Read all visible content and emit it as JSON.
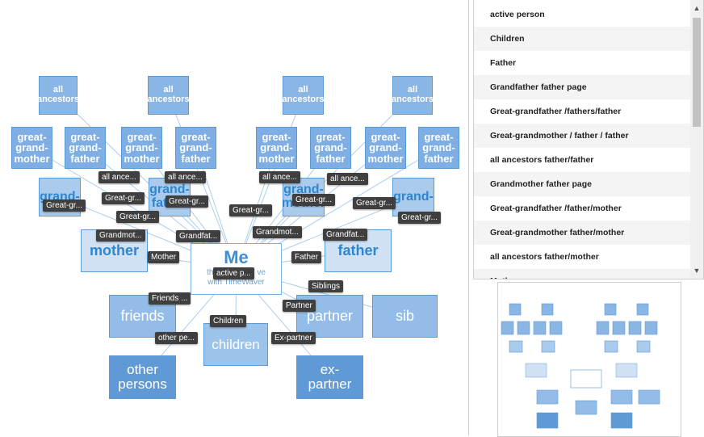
{
  "graph": {
    "nodes": {
      "top1": "all\nancestors",
      "top2": "all\nancestors",
      "top3": "all\nancestors",
      "top4": "all\nancestors",
      "gg1": "great-\ngrand-\nmother",
      "gg2": "great-\ngrand-\nfather",
      "gg3": "great-\ngrand-\nmother",
      "gg4": "great-\ngrand-\nfather",
      "gg5": "great-\ngrand-\nmother",
      "gg6": "great-\ngrand-\nfather",
      "gg7": "great-\ngrand-\nmother",
      "gg8": "great-\ngrand-\nfather",
      "g1": "grand-",
      "g2": "grand-\nfather",
      "g3": "grand-\nmother",
      "g4": "grand-",
      "mother": "mother",
      "father": "father",
      "friends": "friends",
      "partner": "partner",
      "sib": "sib",
      "children": "children",
      "other": "other\npersons",
      "expartner": "ex-\npartner"
    },
    "me": {
      "title": "Me",
      "subtitle_line1": "the active p... ve",
      "subtitle_line2": "with TimeWaver"
    },
    "labels": [
      "all ance...",
      "all ance...",
      "all ance...",
      "all ance...",
      "Great-gr...",
      "Great-gr...",
      "Great-gr...",
      "Great-gr...",
      "Great-gr...",
      "Great-gr...",
      "Great-gr...",
      "Great-gr...",
      "Grandmot...",
      "Grandfat...",
      "Grandmot...",
      "Grandfat...",
      "Mother",
      "Father",
      "active p...",
      "Friends ...",
      "Siblings",
      "Partner",
      "Children",
      "other pe...",
      "Ex-partner"
    ]
  },
  "list": {
    "items": [
      "active person",
      "Children",
      "Father",
      "Grandfather father page",
      "Great-grandfather /fathers/father",
      "Great-grandmother / father / father",
      "all ancestors father/father",
      "Grandmother father page",
      "Great-grandfather /father/mother",
      "Great-grandmother father/mother",
      "all ancestors father/mother",
      "Mother"
    ],
    "scroll_up": "▲",
    "scroll_down": "▼"
  },
  "colors": {
    "accent": "#5b9bd5",
    "label_bg": "#3f3f3f"
  }
}
